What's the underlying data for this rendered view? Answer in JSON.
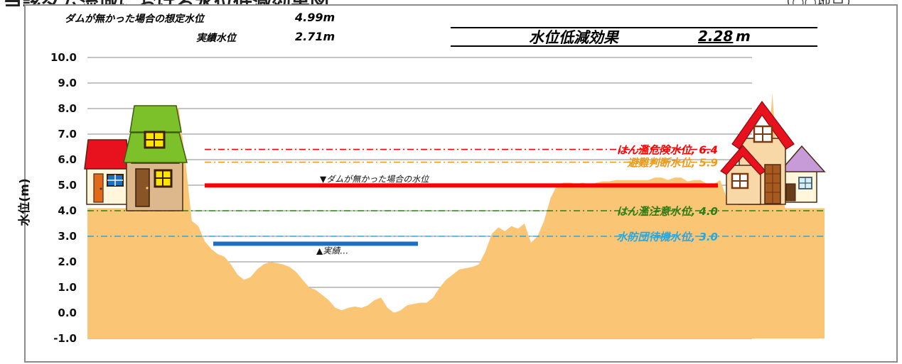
{
  "header": {
    "title": "当該ダム流域における水位低減効果図",
    "title_right": "（○○地点）",
    "no_dam_label": "ダムが無かった場合の想定水位",
    "no_dam_value": "4.99m",
    "actual_label": "実績水位",
    "actual_value": "2.71m",
    "effect_label": "水位低減効果",
    "effect_value": "2.28",
    "effect_unit": "m"
  },
  "chart_data": {
    "type": "area",
    "ylabel": "水位(m)",
    "ylim": [
      -1.0,
      10.0
    ],
    "yticks": [
      "10.0",
      "9.0",
      "8.0",
      "7.0",
      "6.0",
      "5.0",
      "4.0",
      "3.0",
      "2.0",
      "1.0",
      "0.0",
      "-1.0"
    ],
    "grid": true,
    "terrain_color": "#fac676",
    "terrain_profile": [
      4.1,
      4.1,
      4.1,
      4.1,
      4.1,
      4.1,
      4.1,
      4.1,
      4.1,
      4.1,
      4.1,
      4.1,
      8.1,
      8.1,
      8.0,
      6.0,
      3.6,
      3.4,
      2.8,
      2.5,
      2.3,
      2.2,
      1.9,
      1.5,
      1.3,
      1.4,
      1.7,
      1.9,
      2.0,
      1.95,
      1.9,
      1.8,
      1.6,
      1.3,
      1.0,
      0.9,
      0.7,
      0.5,
      0.2,
      0.1,
      0.2,
      0.25,
      0.2,
      0.3,
      0.5,
      0.6,
      0.2,
      0.0,
      0.1,
      0.3,
      0.35,
      0.4,
      0.4,
      0.6,
      1.0,
      1.3,
      1.5,
      1.7,
      1.75,
      1.8,
      1.9,
      2.4,
      3.1,
      3.35,
      3.2,
      3.4,
      3.3,
      3.5,
      2.75,
      3.0,
      3.6,
      4.5,
      5.0,
      5.1,
      5.1,
      5.05,
      5.1,
      4.95,
      5.1,
      5.15,
      5.15,
      5.2,
      5.2,
      5.2,
      5.2,
      5.2,
      5.2,
      5.3,
      5.3,
      5.2,
      5.3,
      5.3,
      5.15,
      5.2,
      5.2,
      5.05,
      5.05,
      5.2,
      4.5,
      4.6,
      4.8,
      4.9,
      5.0,
      5.0,
      5.0,
      8.6,
      5.0,
      4.1,
      4.1,
      4.1,
      4.1,
      4.1,
      4.1,
      4.1
    ],
    "water_levels": [
      {
        "name": "ダムが無かった場合の水位",
        "label": "▼ダムが無かった場合の水位",
        "value": 4.99,
        "color": "#ff0000"
      },
      {
        "name": "実績水位",
        "label": "▲実績…",
        "value": 2.71,
        "color": "#1f6fc0"
      }
    ],
    "reference_levels": [
      {
        "label": "はん濫危険水位, 6.4",
        "value": 6.4,
        "color": "#ff0000"
      },
      {
        "label": "避難判断水位, 5.9",
        "value": 5.9,
        "color": "#ee9a1c"
      },
      {
        "label": "はん濫注意水位, 4.0",
        "value": 4.0,
        "color": "#2d7d14"
      },
      {
        "label": "水防団待機水位, 3.0",
        "value": 3.0,
        "color": "#28a8e0"
      }
    ]
  }
}
